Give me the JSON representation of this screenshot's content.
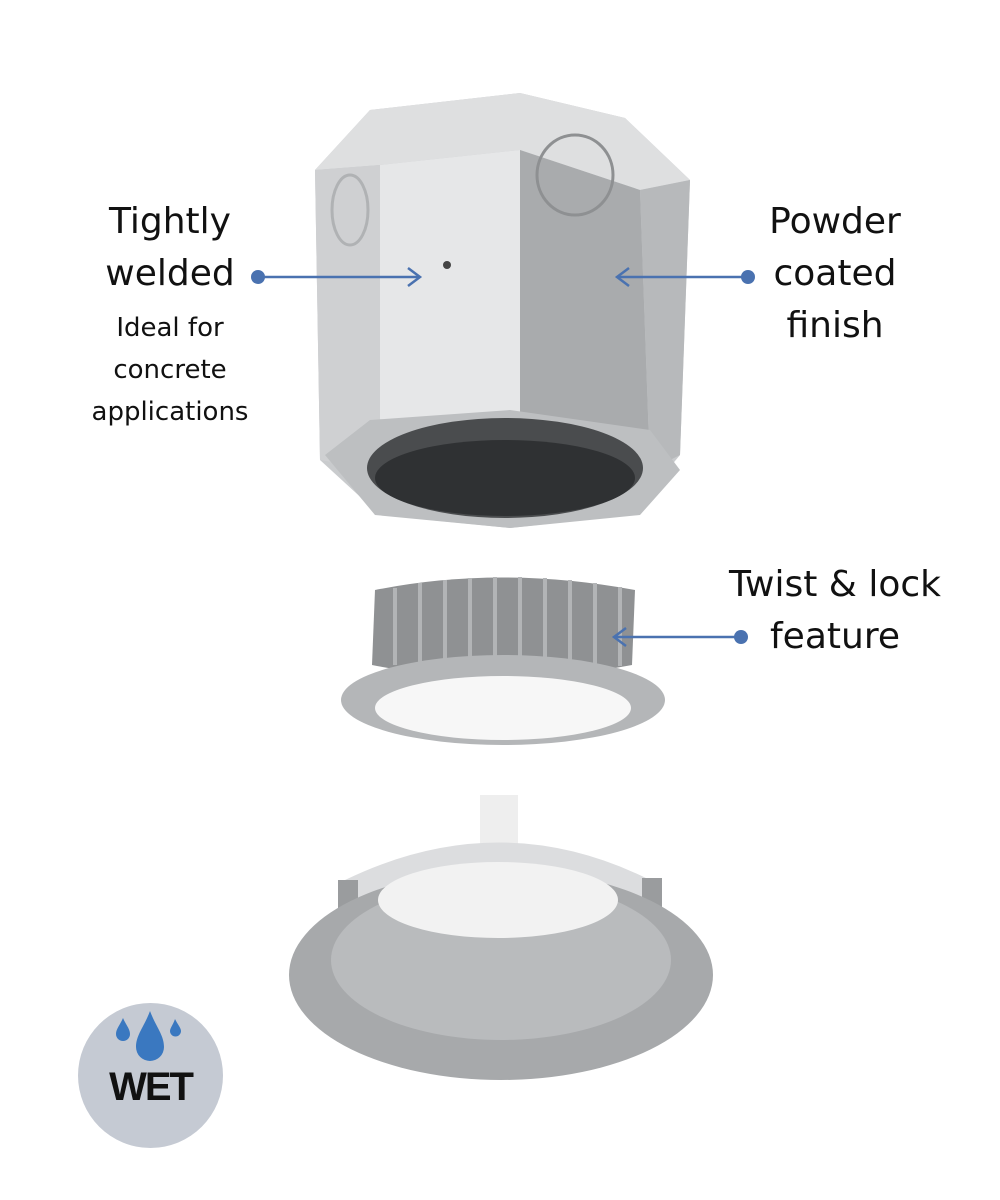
{
  "callouts": {
    "welded": {
      "title": [
        "Tightly",
        "welded"
      ],
      "subtitle": [
        "Ideal for",
        "concrete",
        "applications"
      ]
    },
    "powder": {
      "title": [
        "Powder",
        "coated",
        "finish"
      ]
    },
    "twist": {
      "title": [
        "Twist & lock",
        "feature"
      ]
    }
  },
  "badge": {
    "label": "WET",
    "icon": "water-drops-icon"
  },
  "colors": {
    "accent": "#4a72b0",
    "badge_bg": "#c5cad3",
    "drop": "#3a78c0"
  }
}
